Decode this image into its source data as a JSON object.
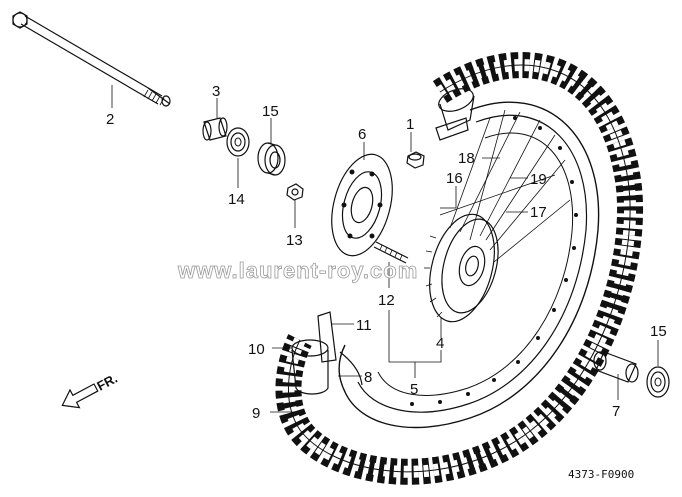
{
  "callouts": [
    {
      "id": "2",
      "text": "2"
    },
    {
      "id": "3",
      "text": "3"
    },
    {
      "id": "15a",
      "text": "15"
    },
    {
      "id": "14",
      "text": "14"
    },
    {
      "id": "13",
      "text": "13"
    },
    {
      "id": "6",
      "text": "6"
    },
    {
      "id": "1",
      "text": "1"
    },
    {
      "id": "18",
      "text": "18"
    },
    {
      "id": "16",
      "text": "16"
    },
    {
      "id": "19",
      "text": "19"
    },
    {
      "id": "17",
      "text": "17"
    },
    {
      "id": "12",
      "text": "12"
    },
    {
      "id": "4",
      "text": "4"
    },
    {
      "id": "5",
      "text": "5"
    },
    {
      "id": "11",
      "text": "11"
    },
    {
      "id": "10",
      "text": "10"
    },
    {
      "id": "8",
      "text": "8"
    },
    {
      "id": "9",
      "text": "9"
    },
    {
      "id": "15b",
      "text": "15"
    },
    {
      "id": "7",
      "text": "7"
    }
  ],
  "direction_label": "FR.",
  "watermark": "www.laurent-roy.com",
  "diagram_code": "4373-F0900"
}
